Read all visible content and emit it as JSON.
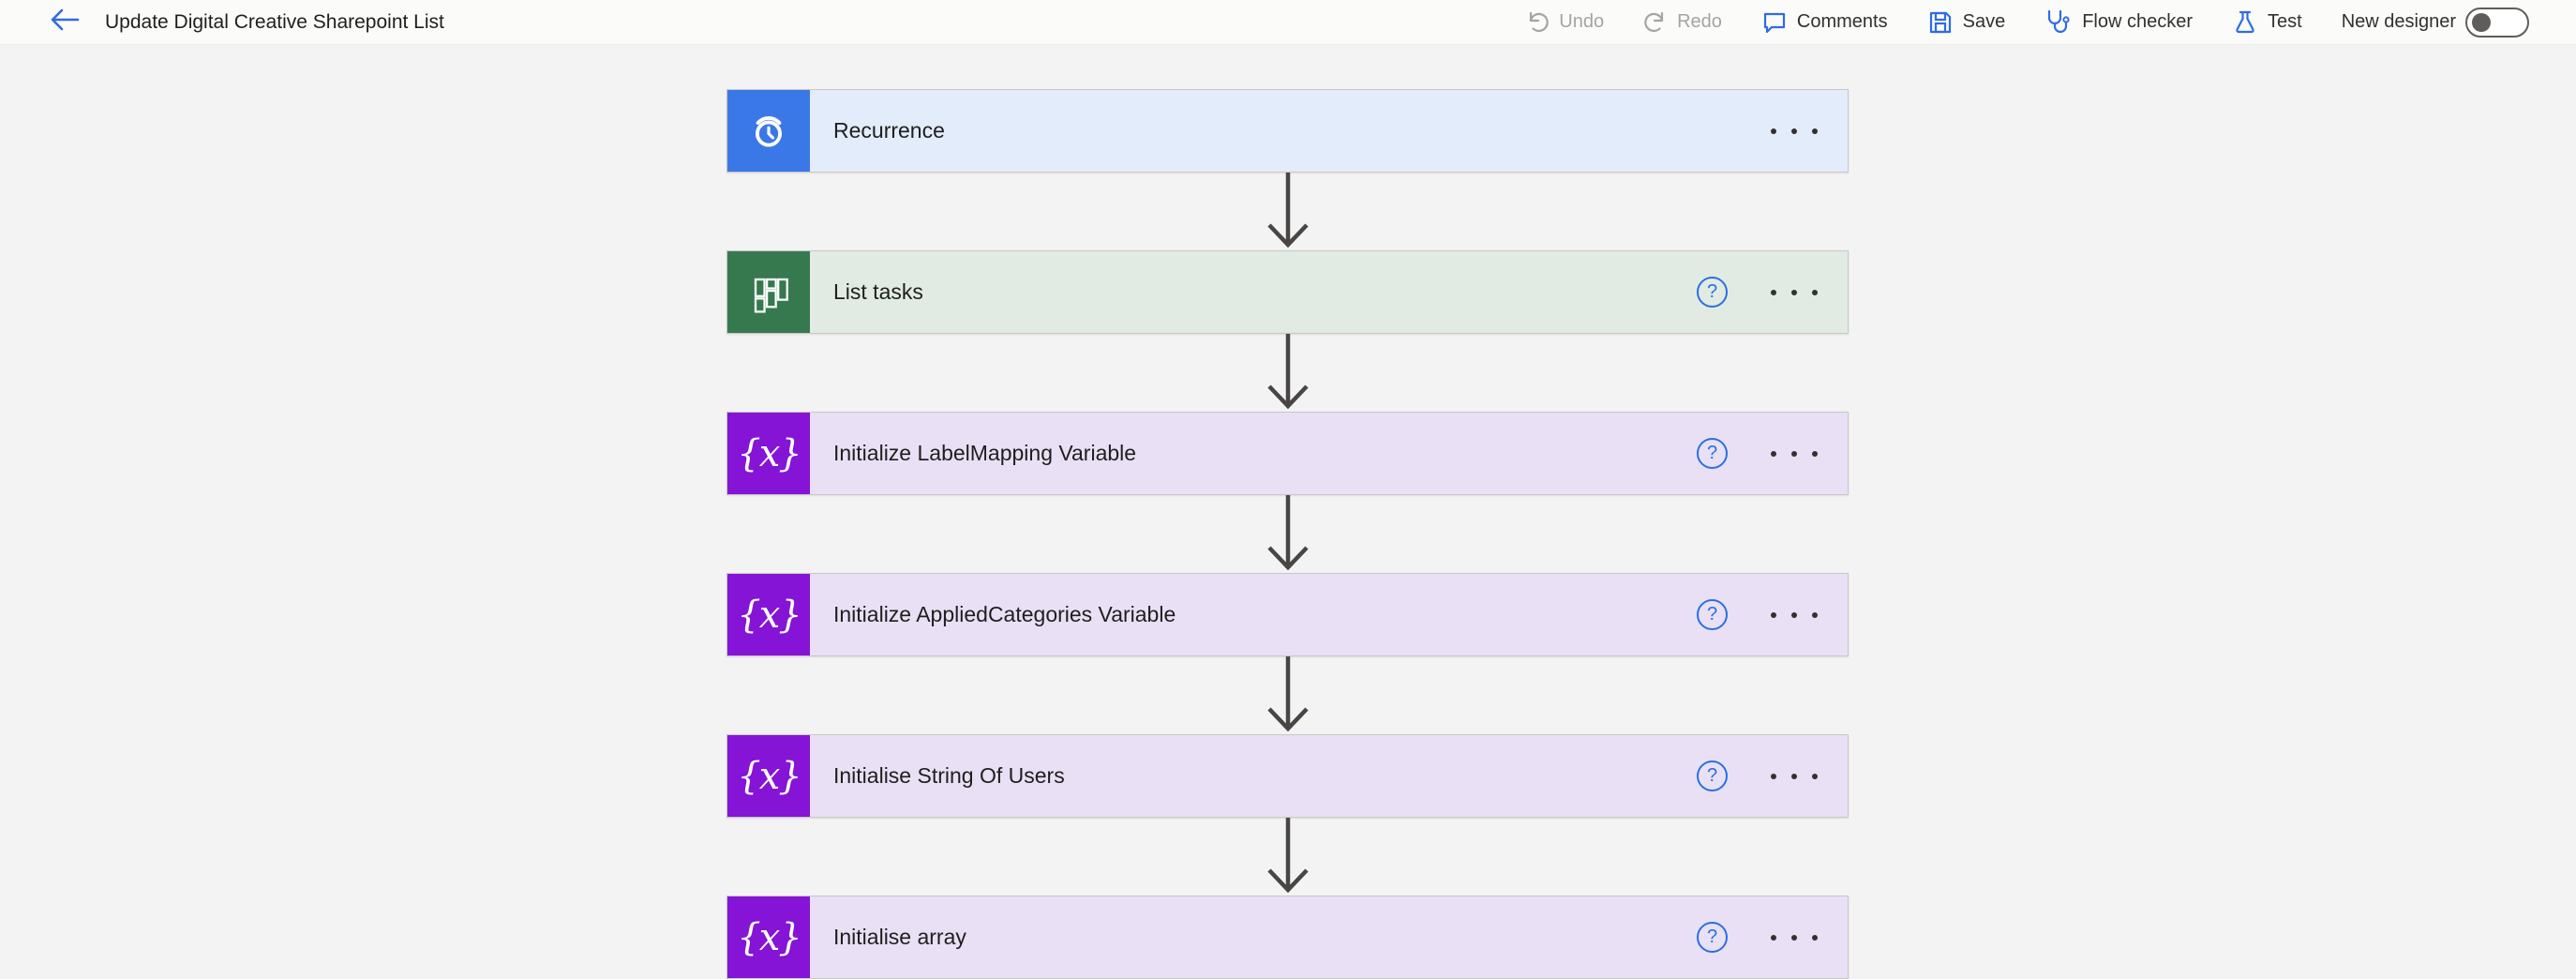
{
  "header": {
    "title": "Update Digital Creative Sharepoint List",
    "toolbar": {
      "undo": "Undo",
      "redo": "Redo",
      "comments": "Comments",
      "save": "Save",
      "flow_checker": "Flow checker",
      "test": "Test",
      "new_designer": "New designer"
    },
    "new_designer_toggle_on": false
  },
  "icons": {
    "help_glyph": "?",
    "variable_glyph": "{x}"
  },
  "flow": {
    "nodes": [
      {
        "title": "Recurrence",
        "kind": "recurrence",
        "has_help": false
      },
      {
        "title": "List tasks",
        "kind": "planner",
        "has_help": true
      },
      {
        "title": "Initialize LabelMapping Variable",
        "kind": "variable",
        "has_help": true
      },
      {
        "title": "Initialize AppliedCategories Variable",
        "kind": "variable",
        "has_help": true
      },
      {
        "title": "Initialise String Of Users",
        "kind": "variable",
        "has_help": true
      },
      {
        "title": "Initialise array",
        "kind": "variable",
        "has_help": true
      }
    ]
  },
  "colors": {
    "accent_blue": "#2f6be4",
    "recurrence_blue": "#3b78e7",
    "recurrence_body": "#e3ecfa",
    "planner_green": "#37794e",
    "planner_body": "#e1ebe3",
    "variable_purple": "#8514d6",
    "variable_body": "#e9e0f5",
    "connector_gray": "#484644",
    "disabled_gray": "#a6a4a2"
  }
}
